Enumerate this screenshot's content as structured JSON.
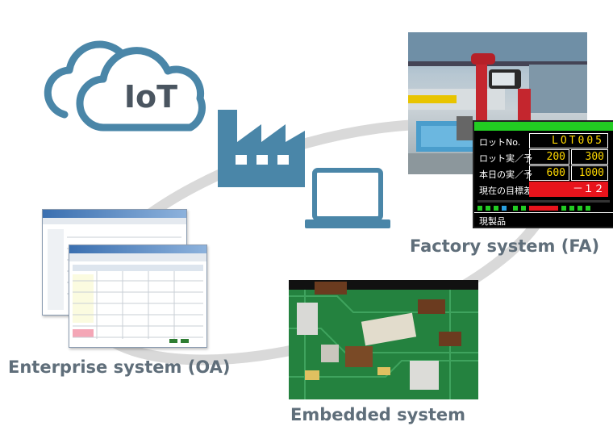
{
  "iot_label": "IoT",
  "labels": {
    "factory": "Factory system (FA)",
    "enterprise": "Enterprise system (OA)",
    "embedded": "Embedded system"
  },
  "panel": {
    "rows": [
      {
        "label": "ロットNo.",
        "value": "LOT005"
      },
      {
        "label": "ロット実／予",
        "left": "200",
        "right": "300"
      },
      {
        "label": "本日の実／予",
        "left": "600",
        "right": "1000"
      },
      {
        "label": "現在の目標差",
        "value": "－１２"
      }
    ],
    "footer": "現製品"
  },
  "colors": {
    "icon_blue": "#4a86a8",
    "ring_gray": "#d9d9d9",
    "label_gray": "#5f6e7a",
    "panel_green": "#22cc22",
    "panel_red": "#e8141c"
  }
}
